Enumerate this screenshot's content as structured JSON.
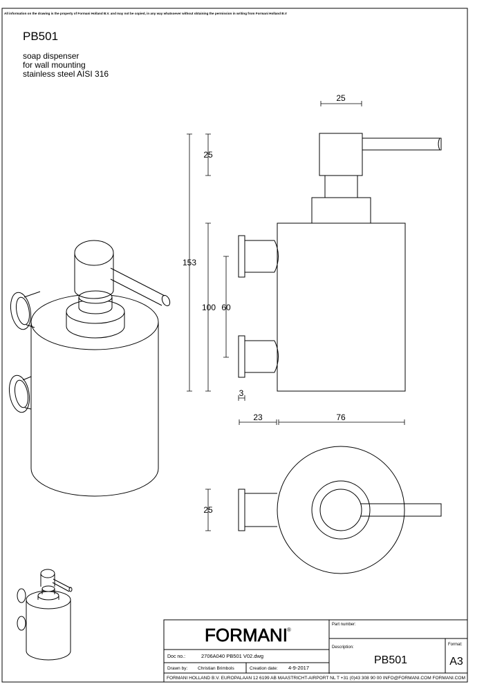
{
  "disclaimer": "All information on the drawing is the property of Formani Holland B.V. and may not be copied, in any way whatsoever without obtaining the permission in writing from Formani Holland B.V",
  "product": {
    "code": "PB501",
    "description_lines": [
      "soap dispenser",
      "for wall mounting",
      "stainless steel AISI 316"
    ]
  },
  "dimensions": {
    "top_width": "25",
    "pump_height": "25",
    "total_height": "153",
    "body_height": "100",
    "bracket_spacing": "60",
    "base_gap": "3",
    "wall_offset": "23",
    "body_diameter": "76",
    "bracket_size": "25"
  },
  "title_block": {
    "brand": "FORMANI",
    "registered": "®",
    "part_number_label": "Part number:",
    "description_label": "Description:",
    "description_value": "PB501",
    "format_label": "Format:",
    "format_value": "A3",
    "doc_no_label": "Doc no.:",
    "doc_no_value": "2706A040 PB501 V02.dwg",
    "drawn_by_label": "Drawn by:",
    "drawn_by_value": "Christian Brimbols",
    "creation_date_label": "Creation date:",
    "creation_date_value": "4-9-2017",
    "footer": "FORMANI HOLLAND B.V.  EUROPALAAN 12  6199 AB MAASTRICHT-AIRPORT NL  T +31 (0)43 308 90 00 INFO@FORMANI.COM FORMANI.COM"
  }
}
